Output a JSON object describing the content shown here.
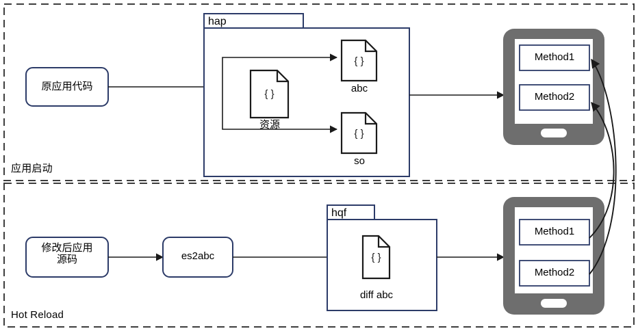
{
  "diagram": {
    "title_type": "flow-diagram",
    "colors": {
      "node_border": "#2c3c68",
      "region_border": "#3d3d3d",
      "device_body": "#6e6e6e",
      "device_screen": "#ffffff",
      "line": "#1a1a1a",
      "file_border": "#1a1a1a",
      "text": "#000000"
    }
  },
  "regions": [
    {
      "id": "app-launch",
      "label": "应用启动"
    },
    {
      "id": "hot-reload",
      "label": "Hot Reload"
    }
  ],
  "top_flow": {
    "source_node": {
      "label": "原应用代码"
    },
    "folder": {
      "title": "hap",
      "files": [
        {
          "id": "resource",
          "glyph": "{ }",
          "caption": "资源"
        },
        {
          "id": "abc",
          "glyph": "{ }",
          "caption": "abc"
        },
        {
          "id": "so",
          "glyph": "{ }",
          "caption": "so"
        }
      ]
    },
    "device": {
      "methods": [
        {
          "label": "Method1"
        },
        {
          "label": "Method2"
        }
      ]
    }
  },
  "bottom_flow": {
    "source_node": {
      "label": "修改后应用\n源码"
    },
    "compiler_node": {
      "label": "es2abc"
    },
    "folder": {
      "title": "hqf",
      "files": [
        {
          "id": "diff-abc",
          "glyph": "{ }",
          "caption": "diff abc"
        }
      ]
    },
    "device": {
      "methods": [
        {
          "label": "Method1"
        },
        {
          "label": "Method2"
        }
      ]
    }
  }
}
